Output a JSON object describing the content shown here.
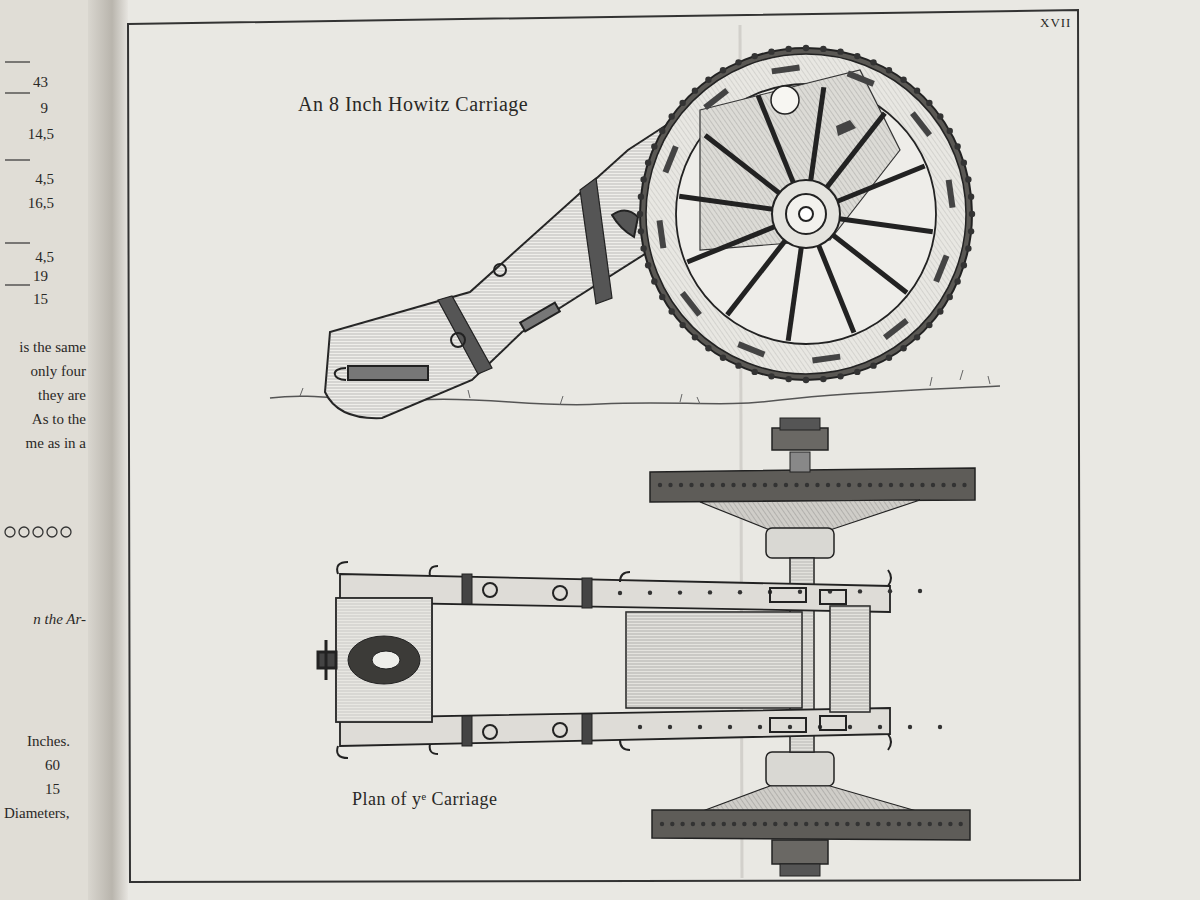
{
  "diagram": {
    "title": "An 8 Inch Howitz Carriage",
    "labels": [
      "XVII",
      "Plan of yᵉ Carriage",
      "43",
      "9",
      "14,5",
      "4,5",
      "16,5",
      "4,5",
      "19",
      "15",
      "is the same",
      "only four",
      "they are",
      "As to the",
      "me as in a",
      "n the Ar-",
      "Inches.",
      "60",
      "15",
      "Diameters,"
    ]
  }
}
